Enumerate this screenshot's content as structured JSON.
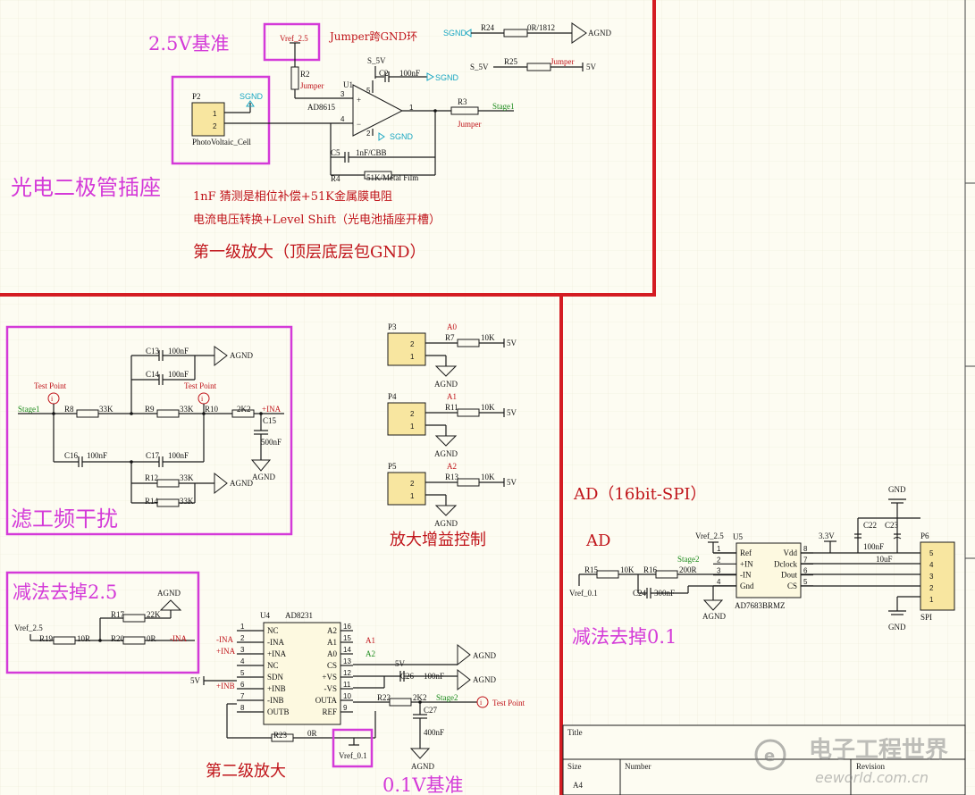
{
  "sections": {
    "ref25_title": "2.5V基准",
    "photodiode_title": "光电二极管插座",
    "stage1_note1": "1nF 猜测是相位补偿+51K金属膜电阻",
    "stage1_note2": "电流电压转换+Level Shift（光电池插座开槽）",
    "stage1_title": "第一级放大（顶层底层包GND）",
    "filter_title": "滤工频干扰",
    "gain_title": "放大增益控制",
    "subtract25_title": "减法去掉2.5",
    "stage2_title": "第二级放大",
    "ref01_title": "0.1V基准",
    "ad_title1": "AD（16bit-SPI）",
    "ad_title2": "AD",
    "subtract01_title": "减法去掉0.1"
  },
  "labels": {
    "vref25": "Vref_2.5",
    "vref01": "Vref_0.1",
    "jumper_note": "Jumper跨GND环",
    "sgnd": "SGND",
    "agnd": "AGND",
    "gnd": "GND",
    "s5v": "S_5V",
    "v5": "5V",
    "v33": "3.3V",
    "stage1": "Stage1",
    "stage2": "Stage2",
    "test_point": "Test Point",
    "pina": "+INA",
    "mina": "-INA",
    "pinb": "+INB",
    "a0": "A0",
    "a1": "A1",
    "a2": "A2",
    "jumper": "Jumper"
  },
  "components": {
    "u1": {
      "ref": "U1",
      "part": "AD8615"
    },
    "u4": {
      "ref": "U4",
      "part": "AD8231",
      "left_pins": [
        [
          "1",
          "NC"
        ],
        [
          "2",
          "-INA"
        ],
        [
          "3",
          "+INA"
        ],
        [
          "4",
          "NC"
        ],
        [
          "5",
          "SDN"
        ],
        [
          "6",
          "+INB"
        ],
        [
          "7",
          "-INB"
        ],
        [
          "8",
          "OUTB"
        ]
      ],
      "right_pins": [
        [
          "16",
          "A2"
        ],
        [
          "15",
          "A1"
        ],
        [
          "14",
          "A0"
        ],
        [
          "13",
          "CS"
        ],
        [
          "12",
          "+VS"
        ],
        [
          "11",
          "-VS"
        ],
        [
          "10",
          "OUTA"
        ],
        [
          "9",
          "REF"
        ]
      ]
    },
    "u5": {
      "ref": "U5",
      "part": "AD7683BRMZ",
      "left_pins": [
        [
          "1",
          "Ref"
        ],
        [
          "2",
          "+IN"
        ],
        [
          "3",
          "-IN"
        ],
        [
          "4",
          "Gnd"
        ]
      ],
      "right_pins": [
        [
          "8",
          "Vdd"
        ],
        [
          "7",
          "Dclock"
        ],
        [
          "6",
          "Dout"
        ],
        [
          "5",
          "CS"
        ]
      ]
    },
    "p2": {
      "ref": "P2",
      "part": "PhotoVoltaic_Cell"
    },
    "p3": {
      "ref": "P3"
    },
    "p4": {
      "ref": "P4"
    },
    "p5": {
      "ref": "P5"
    },
    "p6": {
      "ref": "P6",
      "part": "SPI"
    },
    "r2": "R2",
    "r3": "R3",
    "r4": "R4",
    "r4_val": "51K/Metal Film",
    "r24": "R24",
    "r24_val": "0R/1812",
    "r25": "R25",
    "c2": "C2",
    "c2_val": "100nF",
    "c5": "C5",
    "c5_val": "1nF/CBB",
    "r8": "R8",
    "r9": "R9",
    "r10": "R10",
    "r12": "R12",
    "r14": "R14",
    "v33k": "33K",
    "v2k2": "2K2",
    "v100nf": "100nF",
    "v10k": "10K",
    "v22k": "22K",
    "v10r": "10R",
    "v0r": "0R",
    "v200r": "200R",
    "v300nf": "300nF",
    "v10uf": "10uF",
    "c13": "C13",
    "c14": "C14",
    "c15": "C15",
    "c15_val": "500nF",
    "c16": "C16",
    "c17": "C17",
    "r7": "R7",
    "r11": "R11",
    "r13": "R13",
    "r17": "R17",
    "r19": "R19",
    "r20": "R20",
    "r22": "R22",
    "r23": "R23",
    "c26": "C26",
    "c27": "C27",
    "c27_val": "400nF",
    "r15": "R15",
    "r16": "R16",
    "c24": "C24",
    "c22": "C22",
    "c23": "C23"
  },
  "title_block": {
    "title": "Title",
    "size": "Size",
    "number": "Number",
    "revision": "Revision",
    "size_val": "A4"
  },
  "watermark": {
    "cn": "电子工程世界",
    "en": "eeworld.com.cn"
  }
}
